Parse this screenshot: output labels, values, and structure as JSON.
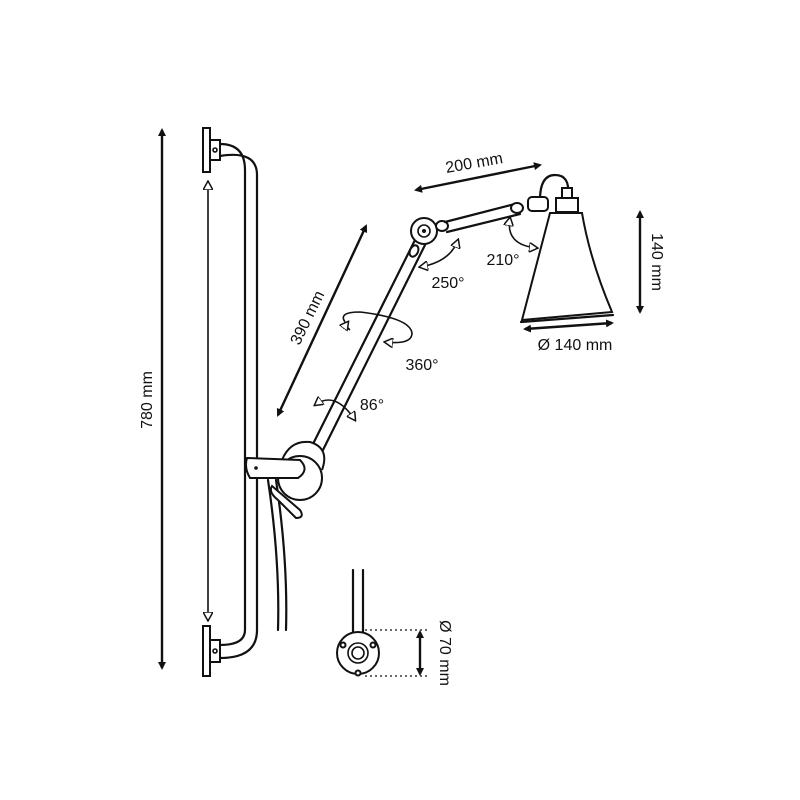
{
  "dimensions": {
    "total_height": "780 mm",
    "lower_arm": "390 mm",
    "upper_arm": "200 mm",
    "shade_height": "140 mm",
    "shade_diameter": "Ø 140 mm",
    "base_diameter": "Ø 70 mm"
  },
  "rotations": {
    "elbow": "250°",
    "shade": "210°",
    "swivel": "360°",
    "shoulder": "86°"
  }
}
